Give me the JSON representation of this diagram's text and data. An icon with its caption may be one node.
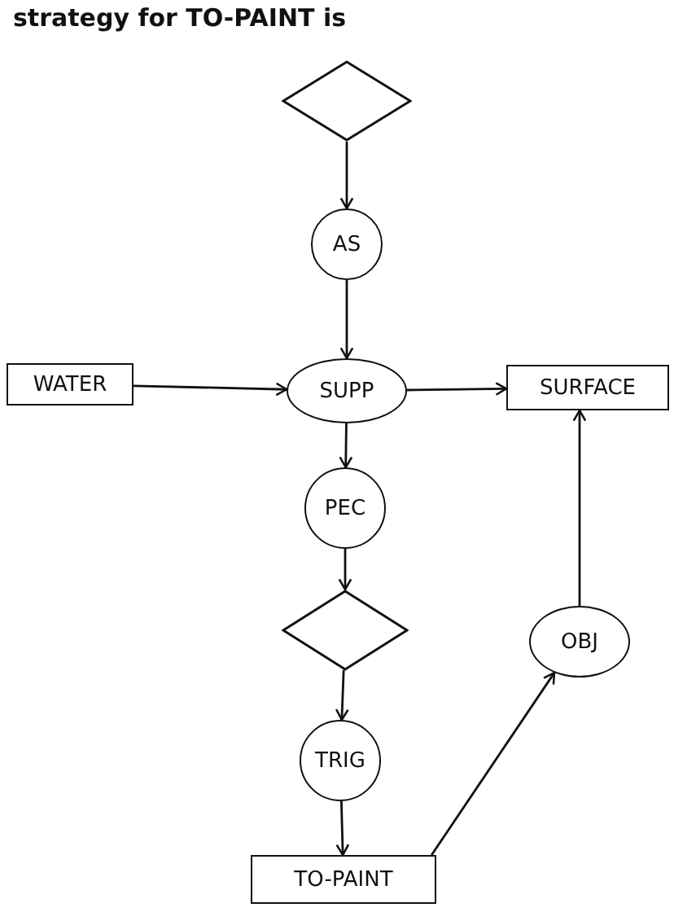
{
  "diagram": {
    "title": "strategy for TO-PAINT is",
    "nodes": [
      {
        "text": [],
        "shape": "diamond"
      },
      {
        "text": [
          "AS"
        ]
      },
      {
        "text": [
          "WATER"
        ]
      },
      {
        "text": [
          "SUPP"
        ]
      },
      {
        "text": [
          "SURFACE"
        ]
      },
      {
        "text": [
          "PEC"
        ]
      },
      {
        "text": [],
        "shape": "diamond"
      },
      {
        "text": [
          "OBJ"
        ]
      },
      {
        "text": [
          "TRIG"
        ]
      },
      {
        "text": [
          "TO-PAINT"
        ]
      }
    ],
    "edges": [
      {
        "from": 0,
        "to": 1,
        "arrow": "to"
      },
      {
        "from": 1,
        "to": 3,
        "arrow": "to"
      },
      {
        "from": 2,
        "to": 3,
        "arrow": "to"
      },
      {
        "from": 3,
        "to": 4,
        "arrow": "to"
      },
      {
        "from": 3,
        "to": 5,
        "arrow": "to"
      },
      {
        "from": 5,
        "to": 6,
        "arrow": "to"
      },
      {
        "from": 6,
        "to": 8,
        "arrow": "to"
      },
      {
        "from": 8,
        "to": 9,
        "arrow": "to"
      },
      {
        "from": 9,
        "to": 7,
        "arrow": "to"
      },
      {
        "from": 7,
        "to": 4,
        "arrow": "to"
      }
    ]
  }
}
